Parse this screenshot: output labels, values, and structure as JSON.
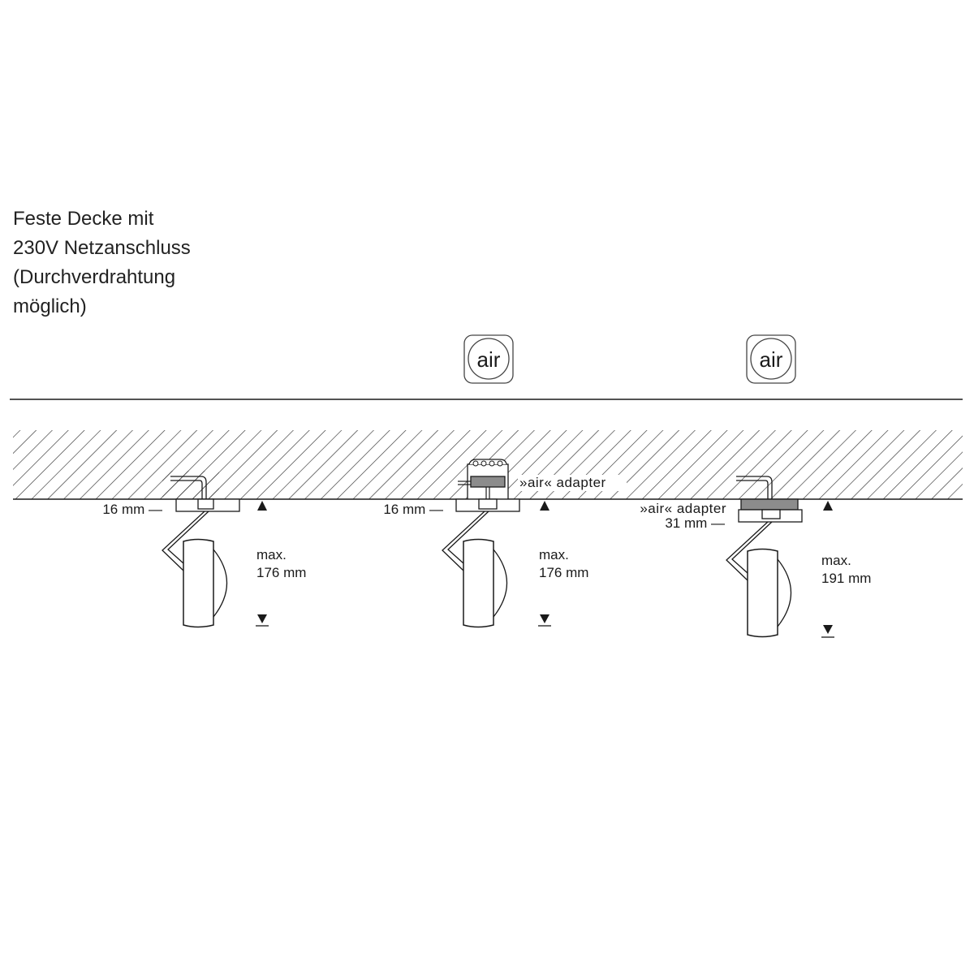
{
  "heading": {
    "lines": [
      "Feste Decke mit",
      "230V Netzanschluss",
      "(Durchverdrahtung",
      "möglich)"
    ]
  },
  "badges": [
    {
      "icon": "air-badge-icon",
      "label": "air"
    },
    {
      "icon": "air-badge-icon",
      "label": "air"
    }
  ],
  "fixtures": [
    {
      "mount_label": "16 mm —",
      "max_label": "max.",
      "height_label": "176 mm"
    },
    {
      "mount_label": "16 mm —",
      "adapter_label": "»air« adapter",
      "max_label": "max.",
      "height_label": "176 mm"
    },
    {
      "adapter_label": "»air« adapter",
      "mount_label": "31 mm —",
      "max_label": "max.",
      "height_label": "191 mm"
    }
  ],
  "colors": {
    "line": "#1a1a1a",
    "adapter_fill": "#8c8c8c",
    "hatch": "#333333"
  }
}
